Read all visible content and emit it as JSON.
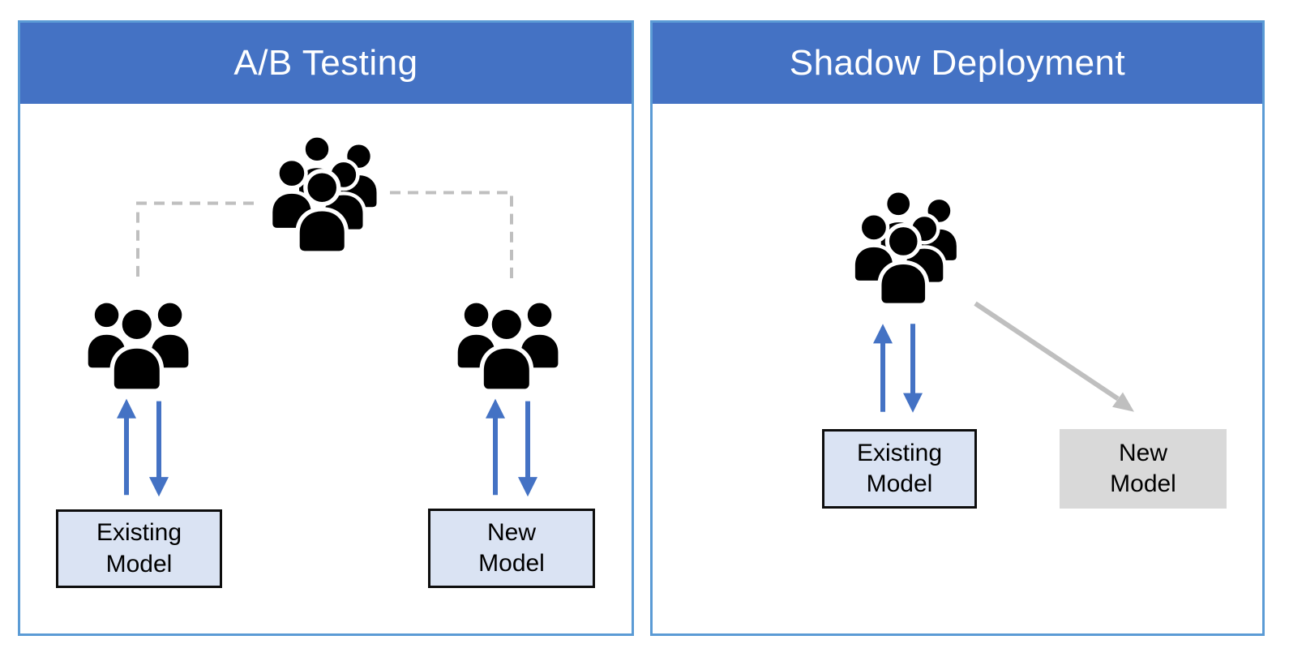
{
  "panels": [
    {
      "title": "A/B Testing",
      "icons": [
        "users-crowd-icon",
        "users-group-icon",
        "users-group-icon"
      ],
      "connectors": [
        "dashed-elbow-left",
        "dashed-elbow-right",
        "up-arrow",
        "down-arrow",
        "up-arrow",
        "down-arrow"
      ],
      "boxes": [
        {
          "label": "Existing\nModel",
          "style": "blue"
        },
        {
          "label": "New\nModel",
          "style": "blue"
        }
      ]
    },
    {
      "title": "Shadow Deployment",
      "icons": [
        "users-crowd-icon"
      ],
      "connectors": [
        "up-arrow",
        "down-arrow",
        "gray-diagonal-arrow"
      ],
      "boxes": [
        {
          "label": "Existing\nModel",
          "style": "blue"
        },
        {
          "label": "New\nModel",
          "style": "gray"
        }
      ]
    }
  ],
  "colors": {
    "header_bg": "#4472C4",
    "header_text": "#FFFFFF",
    "panel_border": "#5B9BD5",
    "box_fill_blue": "#DAE3F3",
    "box_border_black": "#0D0D0D",
    "box_fill_gray": "#D9D9D9",
    "arrow_blue": "#4472C4",
    "arrow_gray": "#BFBFBF",
    "dashed_connector_gray": "#BFBFBF",
    "icon_black": "#000000"
  }
}
